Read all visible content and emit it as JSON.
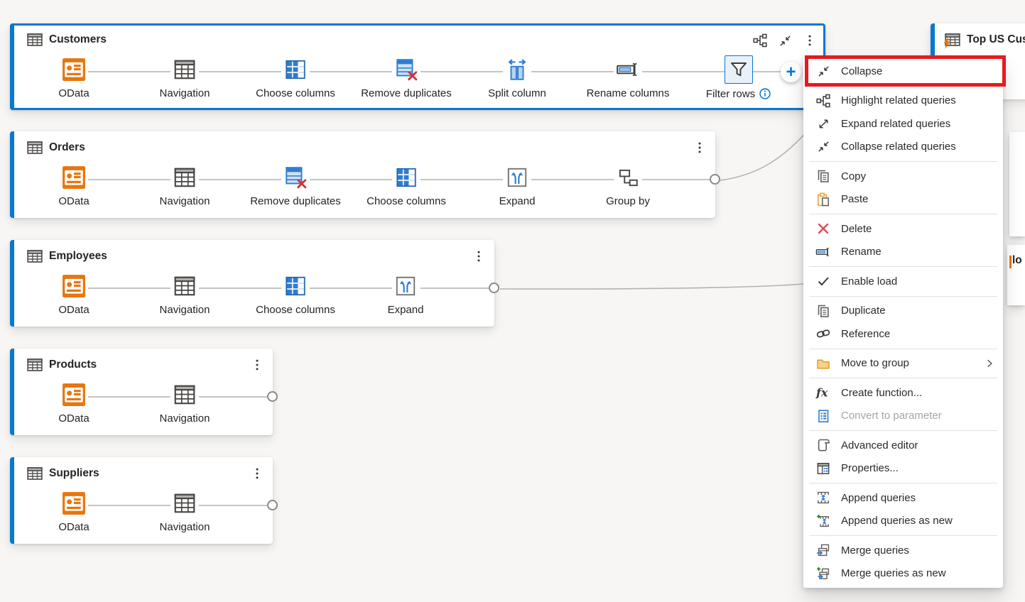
{
  "colors": {
    "selection_blue": "#0878d0",
    "highlight_red": "#e8191f",
    "connector_gray": "#c6c4c2",
    "odata_orange": "#e8750e",
    "folder_orange": "#f9d188",
    "delete_red": "#e0484f",
    "new_green": "#107c10",
    "disabled_text": "#a6a4a2",
    "canvas_bg": "#f7f6f4"
  },
  "add_step_button": {
    "label": "+"
  },
  "queries": [
    {
      "title": "Customers",
      "selected": true,
      "header_actions": [
        "highlight-related-queries",
        "collapse",
        "more-options"
      ],
      "steps": [
        {
          "label": "OData",
          "icon": "odata-icon"
        },
        {
          "label": "Navigation",
          "icon": "navigation-table-icon"
        },
        {
          "label": "Choose columns",
          "icon": "choose-columns-icon"
        },
        {
          "label": "Remove duplicates",
          "icon": "remove-duplicates-icon"
        },
        {
          "label": "Split column",
          "icon": "split-column-icon"
        },
        {
          "label": "Rename columns",
          "icon": "rename-columns-icon"
        },
        {
          "label": "Filter rows",
          "icon": "filter-rows-icon",
          "selected": true,
          "has_info": true
        }
      ]
    },
    {
      "title": "Orders",
      "header_actions": [
        "more-options"
      ],
      "has_output_connector": true,
      "steps": [
        {
          "label": "OData",
          "icon": "odata-icon"
        },
        {
          "label": "Navigation",
          "icon": "navigation-table-icon"
        },
        {
          "label": "Remove duplicates",
          "icon": "remove-duplicates-icon"
        },
        {
          "label": "Choose columns",
          "icon": "choose-columns-icon"
        },
        {
          "label": "Expand",
          "icon": "expand-icon"
        },
        {
          "label": "Group by",
          "icon": "group-by-icon"
        }
      ]
    },
    {
      "title": "Employees",
      "header_actions": [
        "more-options"
      ],
      "has_output_connector": true,
      "steps": [
        {
          "label": "OData",
          "icon": "odata-icon"
        },
        {
          "label": "Navigation",
          "icon": "navigation-table-icon"
        },
        {
          "label": "Choose columns",
          "icon": "choose-columns-icon"
        },
        {
          "label": "Expand",
          "icon": "expand-icon"
        }
      ]
    },
    {
      "title": "Products",
      "header_actions": [
        "more-options"
      ],
      "has_output_connector": true,
      "steps": [
        {
          "label": "OData",
          "icon": "odata-icon"
        },
        {
          "label": "Navigation",
          "icon": "navigation-table-icon"
        }
      ]
    },
    {
      "title": "Suppliers",
      "header_actions": [
        "more-options"
      ],
      "has_output_connector": true,
      "steps": [
        {
          "label": "OData",
          "icon": "odata-icon"
        },
        {
          "label": "Navigation",
          "icon": "navigation-table-icon"
        }
      ]
    },
    {
      "title": "Top US Cus",
      "clipped": true,
      "icon": "table-lightning-icon"
    }
  ],
  "partial_card": {
    "fragment_text": "lo"
  },
  "context_menu": {
    "items": [
      {
        "label": "Collapse",
        "icon": "collapse-icon",
        "highlighted": true
      },
      {
        "label": "Highlight related queries",
        "icon": "highlight-related-icon"
      },
      {
        "label": "Expand related queries",
        "icon": "expand-related-icon"
      },
      {
        "label": "Collapse related queries",
        "icon": "collapse-related-icon"
      },
      {
        "label": "Copy",
        "icon": "copy-icon"
      },
      {
        "label": "Paste",
        "icon": "paste-icon"
      },
      {
        "label": "Delete",
        "icon": "delete-icon"
      },
      {
        "label": "Rename",
        "icon": "rename-icon"
      },
      {
        "label": "Enable load",
        "icon": "checkmark-icon",
        "checked": true
      },
      {
        "label": "Duplicate",
        "icon": "duplicate-icon"
      },
      {
        "label": "Reference",
        "icon": "reference-icon"
      },
      {
        "label": "Move to group",
        "icon": "folder-icon",
        "has_submenu": true
      },
      {
        "label": "Create function...",
        "icon": "fx-icon"
      },
      {
        "label": "Convert to parameter",
        "icon": "parameter-icon",
        "disabled": true
      },
      {
        "label": "Advanced editor",
        "icon": "advanced-editor-icon"
      },
      {
        "label": "Properties...",
        "icon": "properties-icon"
      },
      {
        "label": "Append queries",
        "icon": "append-queries-icon"
      },
      {
        "label": "Append queries as new",
        "icon": "append-queries-new-icon"
      },
      {
        "label": "Merge queries",
        "icon": "merge-queries-icon"
      },
      {
        "label": "Merge queries as new",
        "icon": "merge-queries-new-icon"
      }
    ]
  }
}
